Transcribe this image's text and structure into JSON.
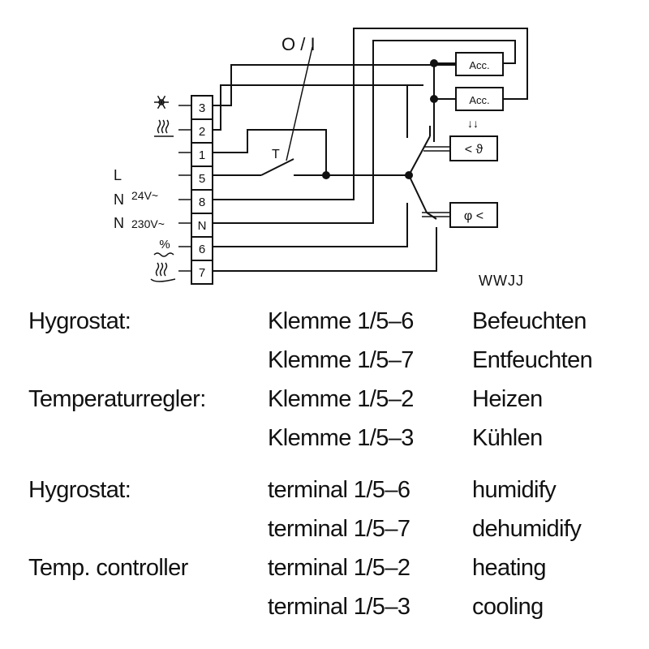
{
  "diagram": {
    "switch_label": "O / I",
    "mode_letter": "T",
    "terminals": [
      "3",
      "2",
      "1",
      "5",
      "8",
      "N",
      "6",
      "7"
    ],
    "supply": {
      "l": "L",
      "n24": "N",
      "n24_volt": "24V~",
      "n230": "N",
      "n230_volt": "230V~"
    },
    "modules": {
      "acc1": "Acc.",
      "acc2": "Acc.",
      "arrows": "↓↓",
      "temp": "< ϑ",
      "hum": "φ <"
    },
    "code": "WWJJ"
  },
  "legend": {
    "de": [
      {
        "device": "Hygrostat:",
        "terminal": "Klemme 1/5–6",
        "function": "Befeuchten"
      },
      {
        "device": "",
        "terminal": "Klemme 1/5–7",
        "function": "Entfeuchten"
      },
      {
        "device": "Temperaturregler:",
        "terminal": "Klemme 1/5–2",
        "function": "Heizen"
      },
      {
        "device": "",
        "terminal": "Klemme 1/5–3",
        "function": "Kühlen"
      }
    ],
    "en": [
      {
        "device": "Hygrostat:",
        "terminal": "terminal 1/5–6",
        "function": "humidify"
      },
      {
        "device": "",
        "terminal": "terminal 1/5–7",
        "function": "dehumidify"
      },
      {
        "device": "Temp. controller",
        "terminal": "terminal 1/5–2",
        "function": "heating"
      },
      {
        "device": "",
        "terminal": "terminal 1/5–3",
        "function": "cooling"
      }
    ]
  }
}
